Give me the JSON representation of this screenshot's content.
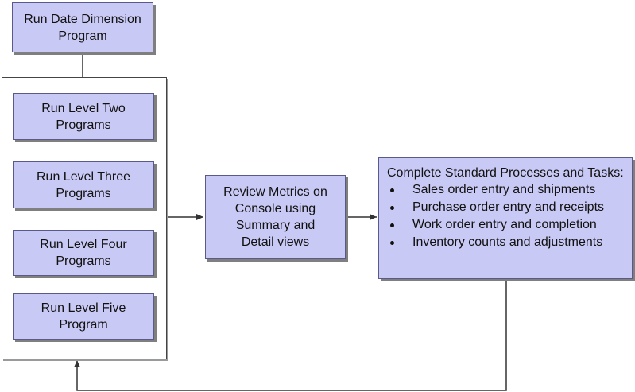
{
  "nodes": {
    "date_dimension": {
      "line1": "Run Date Dimension",
      "line2": "Program"
    },
    "level_two": {
      "line1": "Run Level Two",
      "line2": "Programs"
    },
    "level_three": {
      "line1": "Run Level Three",
      "line2": "Programs"
    },
    "level_four": {
      "line1": "Run Level Four",
      "line2": "Programs"
    },
    "level_five": {
      "line1": "Run Level Five",
      "line2": "Program"
    },
    "review_metrics": {
      "line1": "Review Metrics on",
      "line2": "Console using",
      "line3": "Summary and",
      "line4": "Detail views"
    },
    "standard_processes": {
      "title": "Complete Standard Processes and Tasks:",
      "items": [
        "Sales order entry and shipments",
        "Purchase order entry and receipts",
        "Work order entry and completion",
        "Inventory counts and adjustments"
      ]
    }
  },
  "colors": {
    "box_fill": "#c9c9f5",
    "box_border": "#5a5a8a",
    "connector": "#333333"
  }
}
